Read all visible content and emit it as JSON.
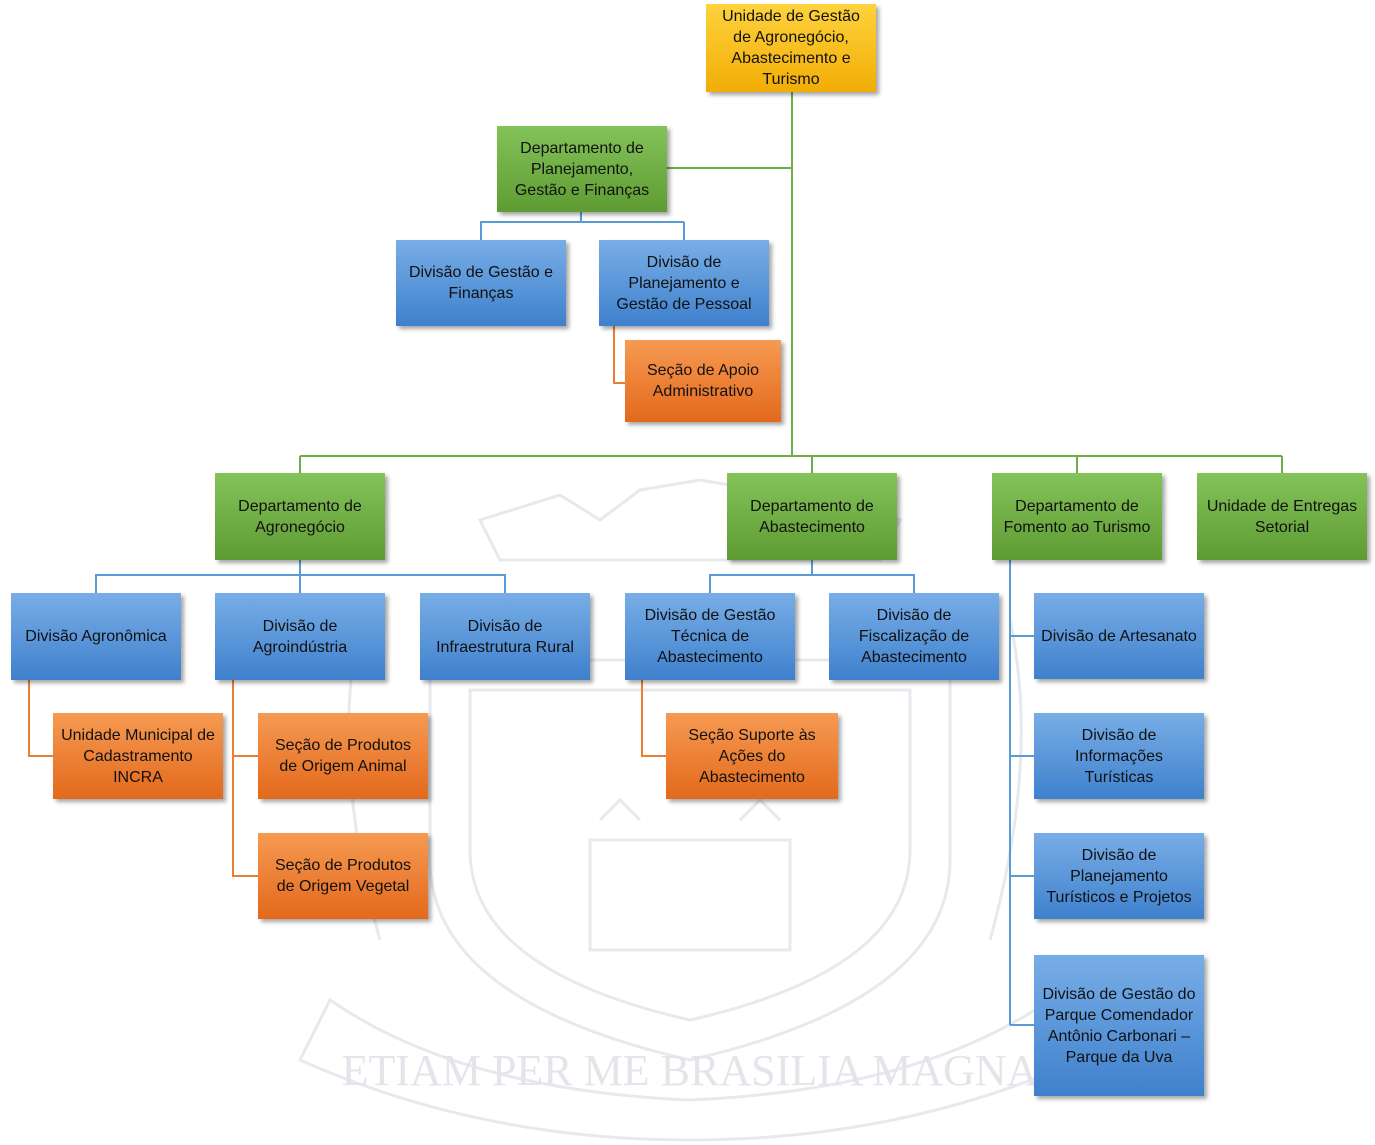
{
  "colors": {
    "root": "#f7c21c",
    "department": "#70ad47",
    "division": "#5b9bd5",
    "section": "#ed7d31",
    "connector_green": "#70ad47",
    "connector_blue": "#5b9bd5",
    "connector_orange": "#ed7d31"
  },
  "watermark": {
    "motto": "ETIAM PER ME BRASILIA MAGNA"
  },
  "org": {
    "root": "Unidade de Gestão de Agronegócio, Abastecimento e Turismo",
    "dept_planejamento": "Departamento de Planejamento, Gestão e Finanças",
    "div_gestao_financas": "Divisão de Gestão e Finanças",
    "div_planejamento_pessoal": "Divisão de Planejamento e Gestão de Pessoal",
    "sec_apoio_administrativo": "Seção de Apoio Administrativo",
    "dept_agronegocio": "Departamento de Agronegócio",
    "dept_abastecimento": "Departamento de Abastecimento",
    "dept_turismo": "Departamento de Fomento ao Turismo",
    "unidade_entregas": "Unidade de Entregas Setorial",
    "div_agronomica": "Divisão Agronômica",
    "div_agroindustria": "Divisão de Agroindústria",
    "div_infraestrutura": "Divisão de Infraestrutura Rural",
    "div_gestao_tecnica": "Divisão de Gestão Técnica de Abastecimento",
    "div_fiscalizacao": "Divisão de Fiscalização de Abastecimento",
    "div_artesanato": "Divisão de Artesanato",
    "div_informacoes": "Divisão de Informações Turísticas",
    "div_planejamento_turistico": "Divisão de Planejamento Turísticos e Projetos",
    "div_parque_uva": "Divisão de Gestão do Parque Comendador Antônio Carbonari – Parque da Uva",
    "unidade_incra": "Unidade Municipal de Cadastramento INCRA",
    "sec_origem_animal": "Seção de Produtos de Origem Animal",
    "sec_origem_vegetal": "Seção de Produtos de Origem Vegetal",
    "sec_suporte_abastecimento": "Seção Suporte às Ações do Abastecimento"
  }
}
